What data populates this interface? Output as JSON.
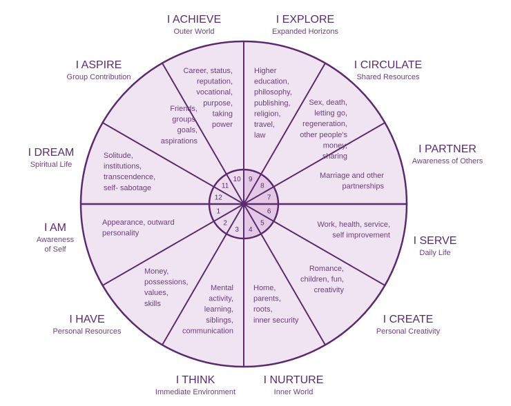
{
  "colors": {
    "line": "#5b2a6e",
    "wheel_fill": "#f1e4f2",
    "hub_fill": "#e4c9e6",
    "text": "#6a3d7c",
    "title": "#5b2a6e"
  },
  "houses": [
    {
      "num": "1",
      "title": "I AM",
      "subtitle": [
        "Awareness",
        "of Self"
      ],
      "text": [
        "Appearance, outward",
        "personality"
      ]
    },
    {
      "num": "2",
      "title": "I HAVE",
      "subtitle": [
        "Personal Resources"
      ],
      "text": [
        "Money,",
        "possessions,",
        "values,",
        "skills"
      ]
    },
    {
      "num": "3",
      "title": "I THINK",
      "subtitle": [
        "Immediate Environment"
      ],
      "text": [
        "Mental",
        "activity,",
        "learning,",
        "siblings,",
        "communication"
      ]
    },
    {
      "num": "4",
      "title": "I NURTURE",
      "subtitle": [
        "Inner World"
      ],
      "text": [
        "Home,",
        "parents,",
        "roots,",
        "inner security"
      ]
    },
    {
      "num": "5",
      "title": "I CREATE",
      "subtitle": [
        "Personal Creativity"
      ],
      "text": [
        "Romance,",
        "children, fun,",
        "creativity"
      ]
    },
    {
      "num": "6",
      "title": "I SERVE",
      "subtitle": [
        "Daily Life"
      ],
      "text": [
        "Work, health, service,",
        "self improvement"
      ]
    },
    {
      "num": "7",
      "title": "I PARTNER",
      "subtitle": [
        "Awareness of Others"
      ],
      "text": [
        "Marriage and other",
        "partnerships"
      ]
    },
    {
      "num": "8",
      "title": "I CIRCULATE",
      "subtitle": [
        "Shared Resources"
      ],
      "text": [
        "Sex, death,",
        "letting go,",
        "regeneration,",
        "other people's",
        "money,",
        "sharing"
      ]
    },
    {
      "num": "9",
      "title": "I EXPLORE",
      "subtitle": [
        "Expanded Horizons"
      ],
      "text": [
        "Higher",
        "education,",
        "philosophy,",
        "publishing,",
        "religion,",
        "travel,",
        "law"
      ]
    },
    {
      "num": "10",
      "title": "I ACHIEVE",
      "subtitle": [
        "Outer World"
      ],
      "text": [
        "Career, status,",
        "reputation,",
        "vocational,",
        "purpose,",
        "taking",
        "power"
      ]
    },
    {
      "num": "11",
      "title": "I ASPIRE",
      "subtitle": [
        "Group Contribution"
      ],
      "text": [
        "Friends,",
        "groups,",
        "goals,",
        "aspirations"
      ]
    },
    {
      "num": "12",
      "title": "I DREAM",
      "subtitle": [
        "Spiritual Life"
      ],
      "text": [
        "Solitude,",
        "institutions,",
        "transcendence,",
        "self- sabotage"
      ]
    }
  ]
}
